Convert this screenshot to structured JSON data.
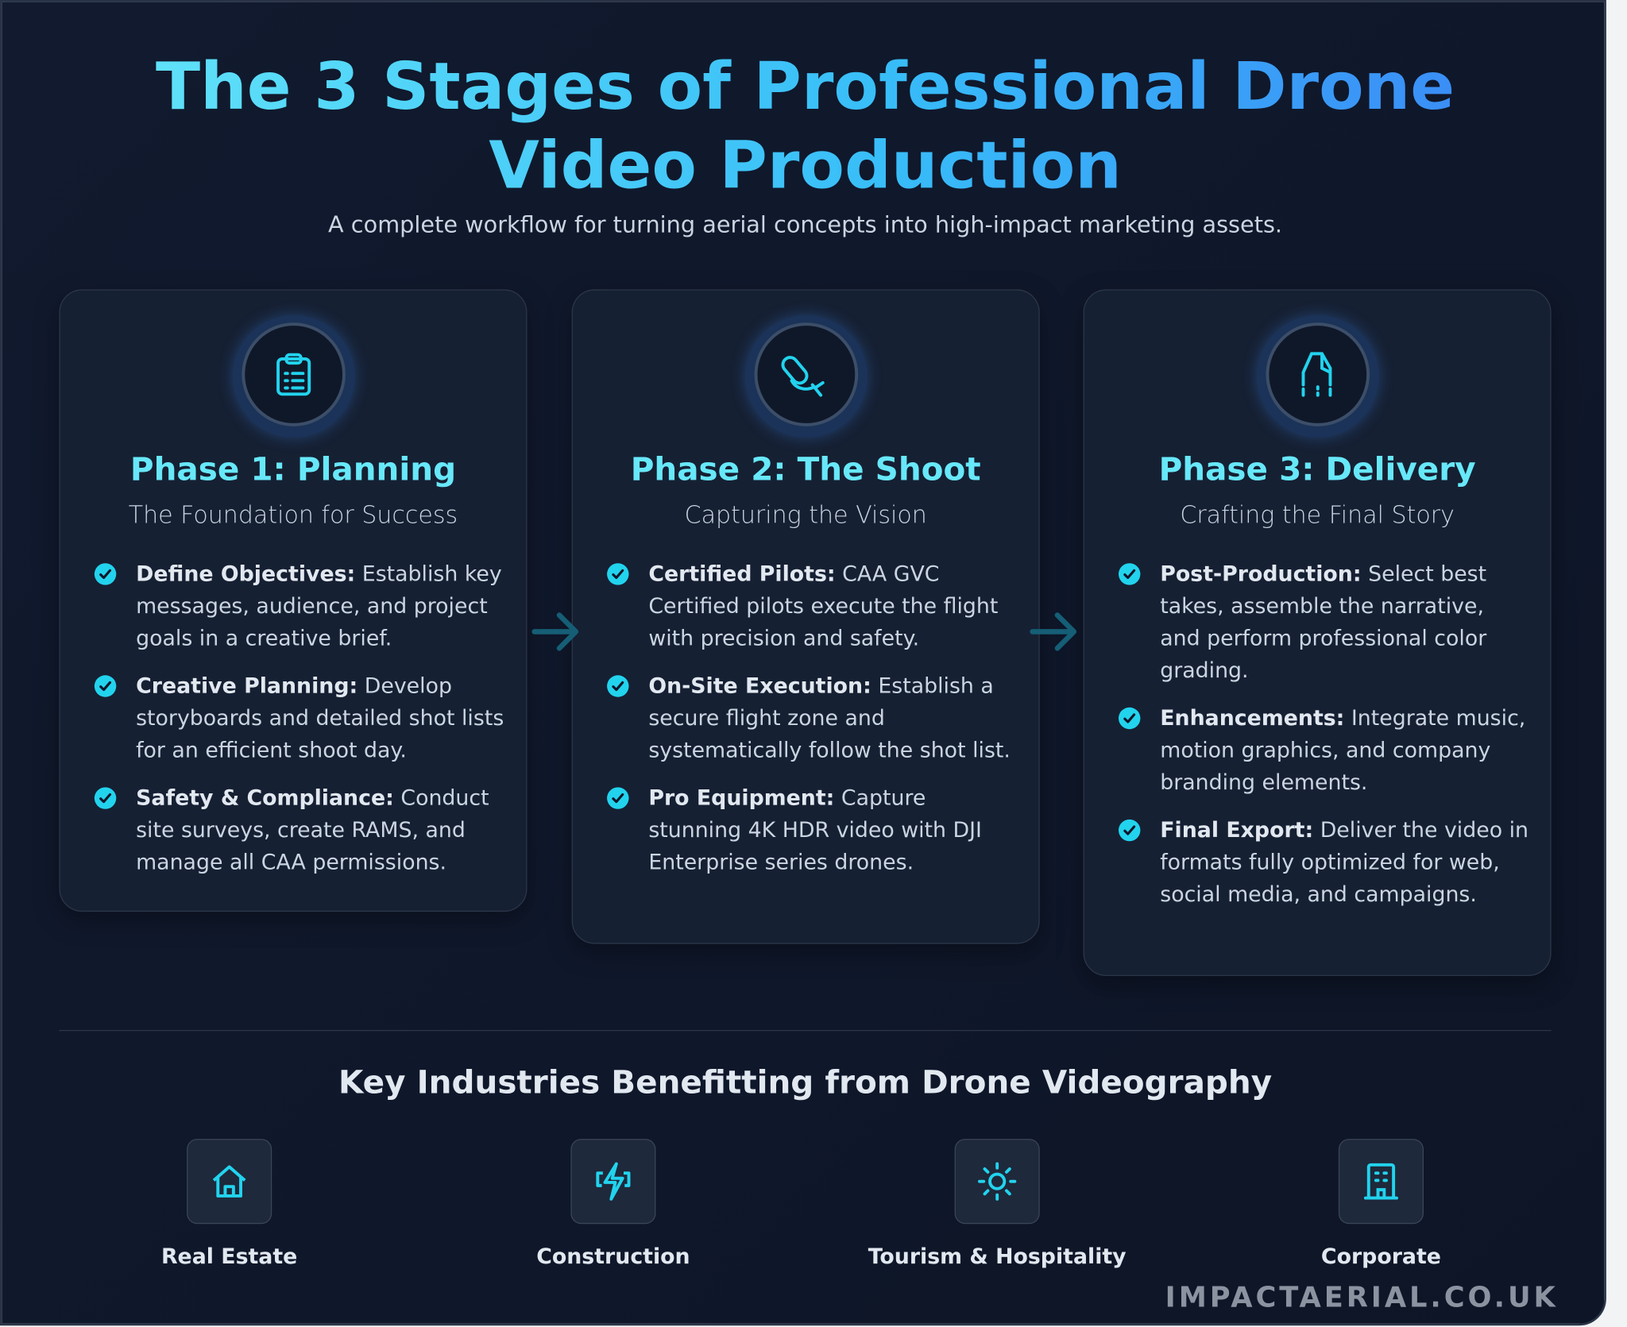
{
  "header": {
    "title_line1": "The 3 Stages of Professional Drone",
    "title_line2": "Video Production",
    "subtitle": "A complete workflow for turning aerial concepts into high-impact marketing assets."
  },
  "phases": [
    {
      "icon": "clipboard-list-icon",
      "title": "Phase 1: Planning",
      "subtitle": "The Foundation for Success",
      "items": [
        {
          "label": "Define Objectives:",
          "text": " Establish key messages, audience, and project goals in a creative brief."
        },
        {
          "label": "Creative Planning:",
          "text": " Develop storyboards and detailed shot lists for an efficient shoot day."
        },
        {
          "label": "Safety & Compliance:",
          "text": " Conduct site surveys, create RAMS, and manage all CAA permissions."
        }
      ]
    },
    {
      "icon": "drone-controller-icon",
      "title": "Phase 2: The Shoot",
      "subtitle": "Capturing the Vision",
      "items": [
        {
          "label": "Certified Pilots:",
          "text": " CAA GVC Certified pilots execute the flight with precision and safety."
        },
        {
          "label": "On-Site Execution:",
          "text": " Establish a secure flight zone and systematically follow the shot list."
        },
        {
          "label": "Pro Equipment:",
          "text": " Capture stunning 4K HDR video with DJI Enterprise series drones."
        }
      ]
    },
    {
      "icon": "rocket-delivery-icon",
      "title": "Phase 3: Delivery",
      "subtitle": "Crafting the Final Story",
      "items": [
        {
          "label": "Post-Production:",
          "text": " Select best takes, assemble the narrative, and perform professional color grading."
        },
        {
          "label": "Enhancements:",
          "text": " Integrate music, motion graphics, and company branding elements."
        },
        {
          "label": "Final Export:",
          "text": " Deliver the video in formats fully optimized for web, social media, and campaigns."
        }
      ]
    }
  ],
  "industries": {
    "heading": "Key Industries Benefitting from Drone Videography",
    "items": [
      {
        "icon": "house-icon",
        "label": "Real Estate"
      },
      {
        "icon": "lightning-icon",
        "label": "Construction"
      },
      {
        "icon": "sun-icon",
        "label": "Tourism & Hospitality"
      },
      {
        "icon": "building-icon",
        "label": "Corporate"
      }
    ]
  },
  "watermark": "IMPACTAERIAL.CO.UK",
  "colors": {
    "accent": "#22d3ee",
    "title_gradient_start": "#67e8f9",
    "title_gradient_end": "#3b82f6",
    "background": "#0f172a",
    "card": "#162033"
  }
}
